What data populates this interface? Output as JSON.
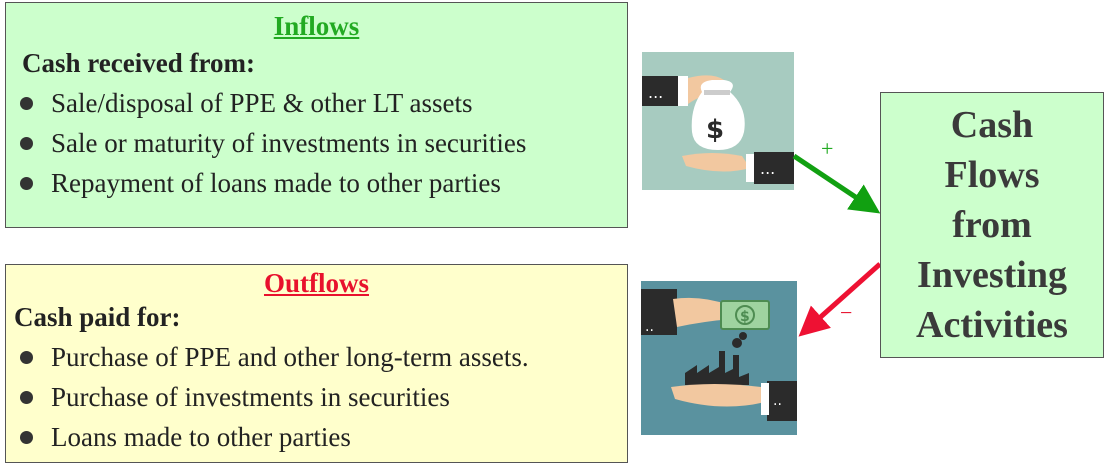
{
  "inflows": {
    "title": "Inflows",
    "subheading": "Cash received from:",
    "items": [
      "Sale/disposal of PPE & other LT assets",
      "Sale or maturity of investments in securities",
      "Repayment of loans made to other parties"
    ]
  },
  "outflows": {
    "title": "Outflows",
    "subheading": "Cash paid for:",
    "items": [
      "Purchase of PPE and other long-term assets.",
      "Purchase of investments in securities",
      "Loans made to other parties"
    ]
  },
  "center": {
    "title": "Cash\nFlows\nfrom\nInvesting\nActivities"
  },
  "arrows": {
    "plus_sign": "+",
    "minus_sign": "−",
    "plus_color": "#11a011",
    "minus_color": "#ee1133"
  },
  "images": {
    "inflow_icon": "money-bag-handoff-icon",
    "outflow_icon": "cash-for-factory-icon"
  }
}
